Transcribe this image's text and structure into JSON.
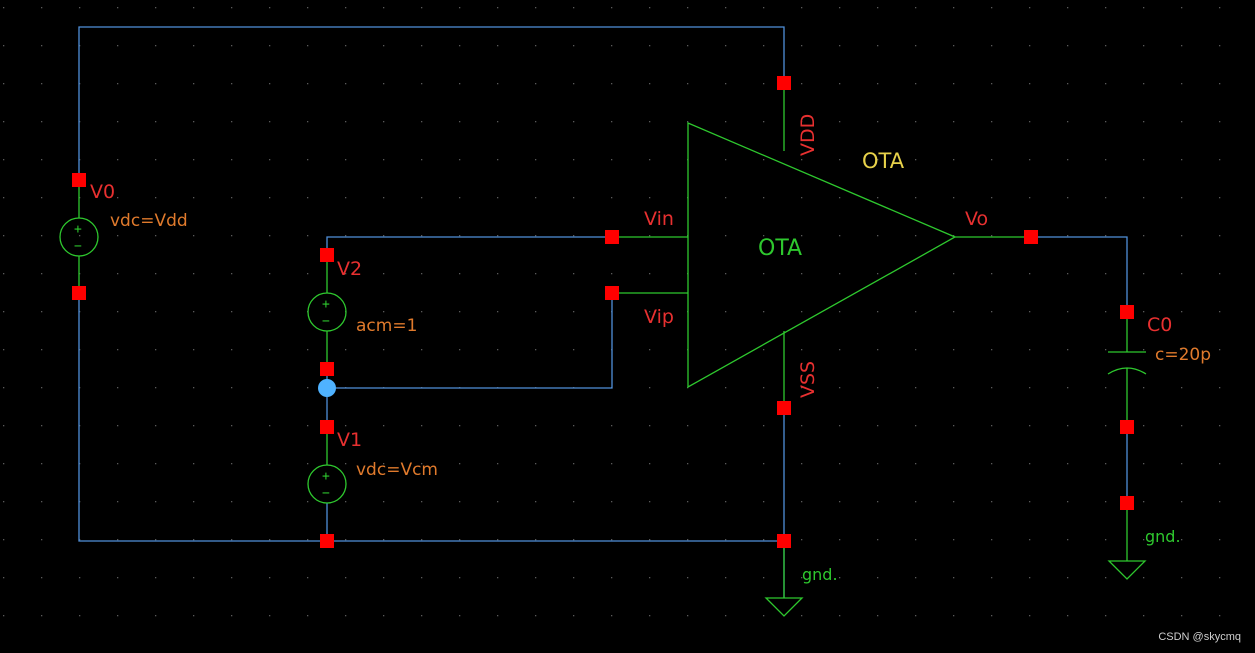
{
  "colors": {
    "background": "#000000",
    "wire": "#4f8fd9",
    "symbol": "#2ec82e",
    "pin": "#ff0000",
    "instance_label": "#e83030",
    "parameter": "#e07a2c",
    "cell_name": "#e8d24a",
    "junction": "#4fb2ff"
  },
  "ota": {
    "instance_label": "OTA",
    "cell_label": "OTA",
    "pins": {
      "vdd": "VDD",
      "vss": "VSS",
      "vin": "Vin",
      "vip": "Vip",
      "vo": "Vo"
    }
  },
  "sources": [
    {
      "name": "V0",
      "param": "vdc=Vdd",
      "plus": "+",
      "minus": "−"
    },
    {
      "name": "V2",
      "param": "acm=1",
      "plus": "+",
      "minus": "−"
    },
    {
      "name": "V1",
      "param": "vdc=Vcm",
      "plus": "+",
      "minus": "−"
    }
  ],
  "capacitor": {
    "name": "C0",
    "param": "c=20p"
  },
  "grounds": [
    {
      "label": "gnd."
    },
    {
      "label": "gnd."
    }
  ],
  "watermark": "CSDN @skycmq"
}
